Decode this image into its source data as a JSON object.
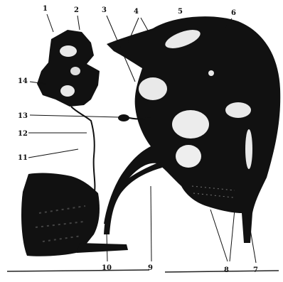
{
  "figure": {
    "labels": {
      "l1": "1",
      "l2": "2",
      "l3": "3",
      "l4": "4",
      "l5": "5",
      "l6": "6",
      "l7": "7",
      "l8": "8",
      "l9": "9",
      "l10": "10",
      "l11": "11",
      "l12": "12",
      "l13": "13",
      "l14": "14"
    },
    "colors": {
      "ink": "#111111",
      "paper": "#ffffff",
      "light_blob": "#e9e9e9"
    }
  }
}
